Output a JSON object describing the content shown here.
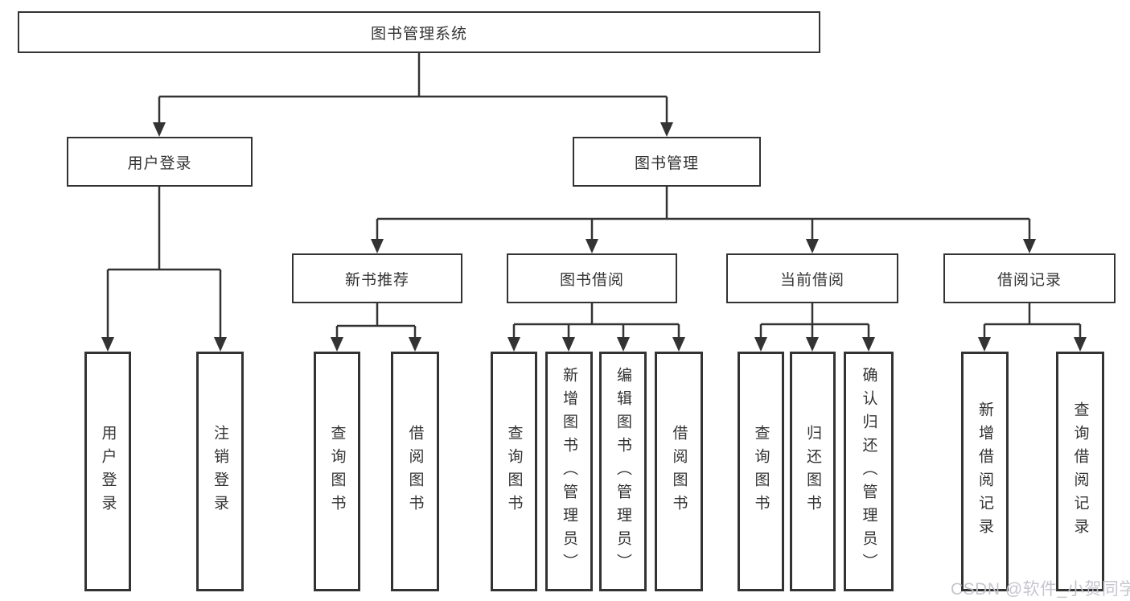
{
  "tree": {
    "label": "图书管理系统",
    "children": [
      {
        "label": "用户登录",
        "children": [
          {
            "label": "用户登录"
          },
          {
            "label": "注销登录"
          }
        ]
      },
      {
        "label": "图书管理",
        "children": [
          {
            "label": "新书推荐",
            "children": [
              {
                "label": "查询图书"
              },
              {
                "label": "借阅图书"
              }
            ]
          },
          {
            "label": "图书借阅",
            "children": [
              {
                "label": "查询图书"
              },
              {
                "label": "新增图书（管理员）"
              },
              {
                "label": "编辑图书（管理员）"
              },
              {
                "label": "借阅图书"
              }
            ]
          },
          {
            "label": "当前借阅",
            "children": [
              {
                "label": "查询图书"
              },
              {
                "label": "归还图书"
              },
              {
                "label": "确认归还（管理员）"
              }
            ]
          },
          {
            "label": "借阅记录",
            "children": [
              {
                "label": "新增借阅记录"
              },
              {
                "label": "查询借阅记录"
              }
            ]
          }
        ]
      }
    ]
  },
  "watermark": {
    "text": "CSDN @软件_小贺同学"
  },
  "colors": {
    "background": "#ffffff",
    "line": "#333333",
    "text": "#333333",
    "watermark": "#c3c3cb"
  }
}
